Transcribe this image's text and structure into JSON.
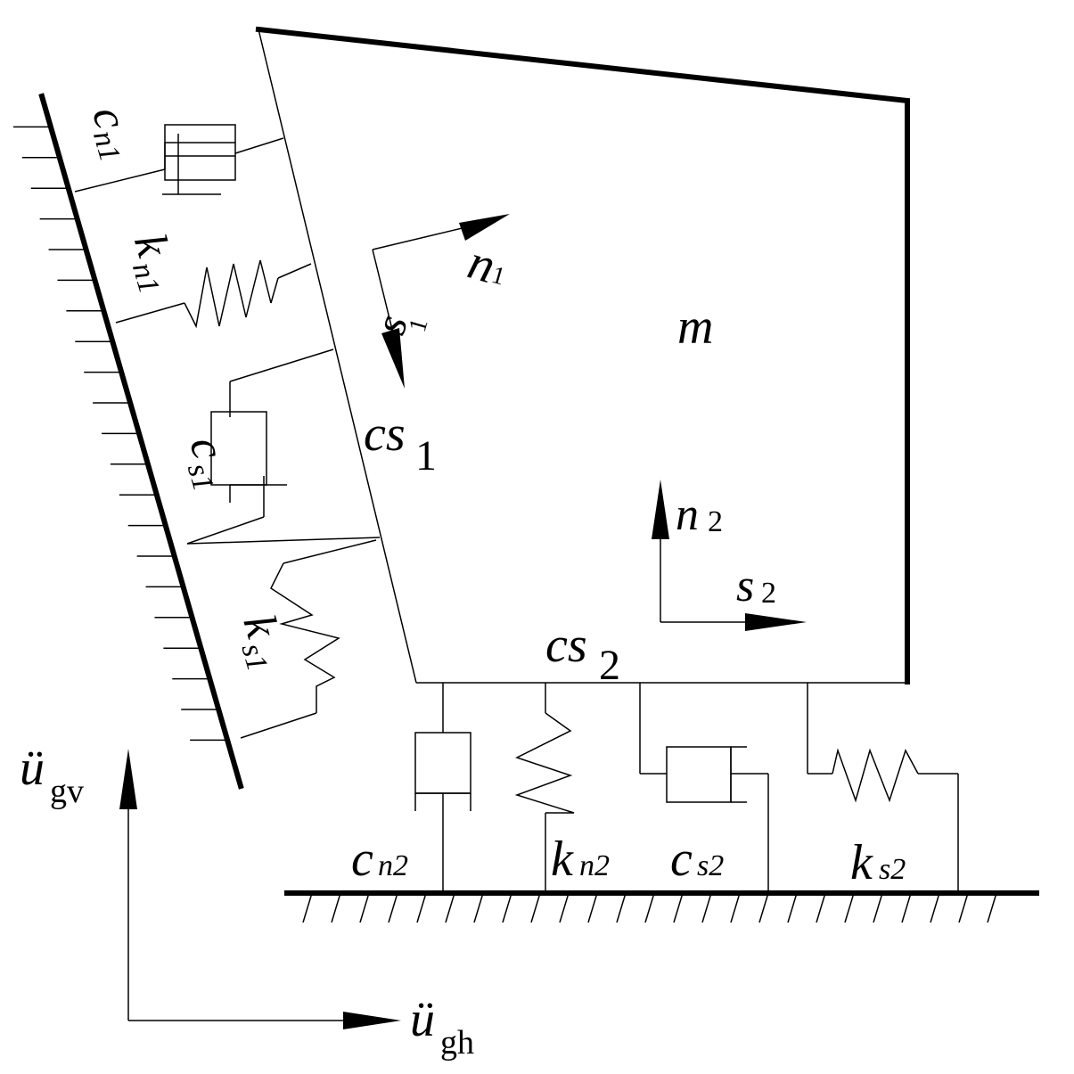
{
  "labels": {
    "mass": "m",
    "interface1": "cs",
    "interface1_sub": "1",
    "interface2": "cs",
    "interface2_sub": "2",
    "n1": "n",
    "n1_sub": "1",
    "s1": "s",
    "s1_sub": "1",
    "n2": "n",
    "n2_sub": "2",
    "s2": "s",
    "s2_sub": "2",
    "cn1": "c",
    "cn1_sub": "n1",
    "kn1": "k",
    "kn1_sub": "n1",
    "cs1": "c",
    "cs1_sub": "s1",
    "ks1": "k",
    "ks1_sub": "s1",
    "cn2": "c",
    "cn2_sub": "n2",
    "kn2": "k",
    "kn2_sub": "n2",
    "cs2": "c",
    "cs2_sub": "s2",
    "ks2": "k",
    "ks2_sub": "s2",
    "ugv": "ü",
    "ugv_sub": "gv",
    "ugh": "ü",
    "ugh_sub": "gh"
  }
}
